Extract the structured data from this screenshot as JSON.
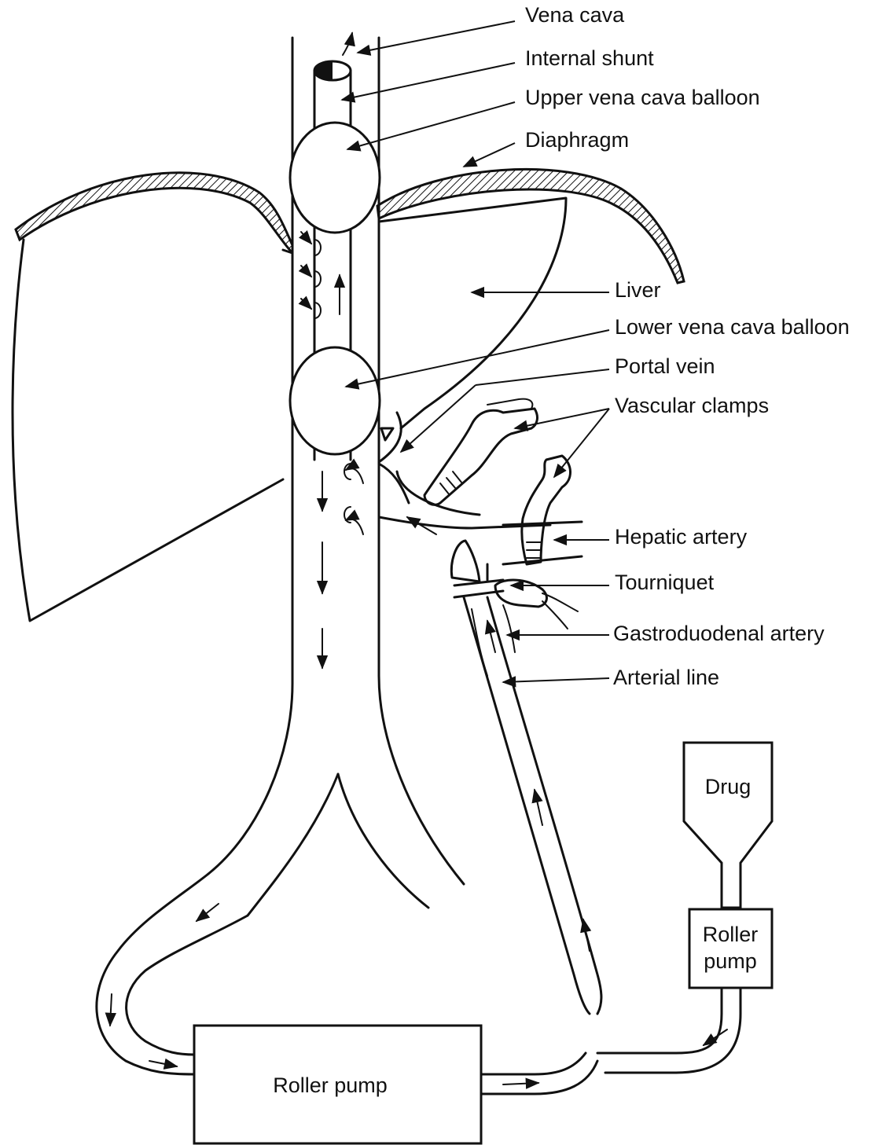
{
  "labels": {
    "vena_cava": "Vena cava",
    "internal_shunt": "Internal shunt",
    "upper_balloon": "Upper vena cava balloon",
    "diaphragm": "Diaphragm",
    "liver": "Liver",
    "lower_balloon": "Lower vena cava balloon",
    "portal_vein": "Portal vein",
    "vascular_clamps": "Vascular clamps",
    "hepatic_artery": "Hepatic artery",
    "tourniquet": "Tourniquet",
    "gastroduodenal_artery": "Gastroduodenal artery",
    "arterial_line": "Arterial line"
  },
  "boxes": {
    "drug": "Drug",
    "small_pump_line1": "Roller",
    "small_pump_line2": "pump",
    "main_pump": "Roller pump"
  }
}
